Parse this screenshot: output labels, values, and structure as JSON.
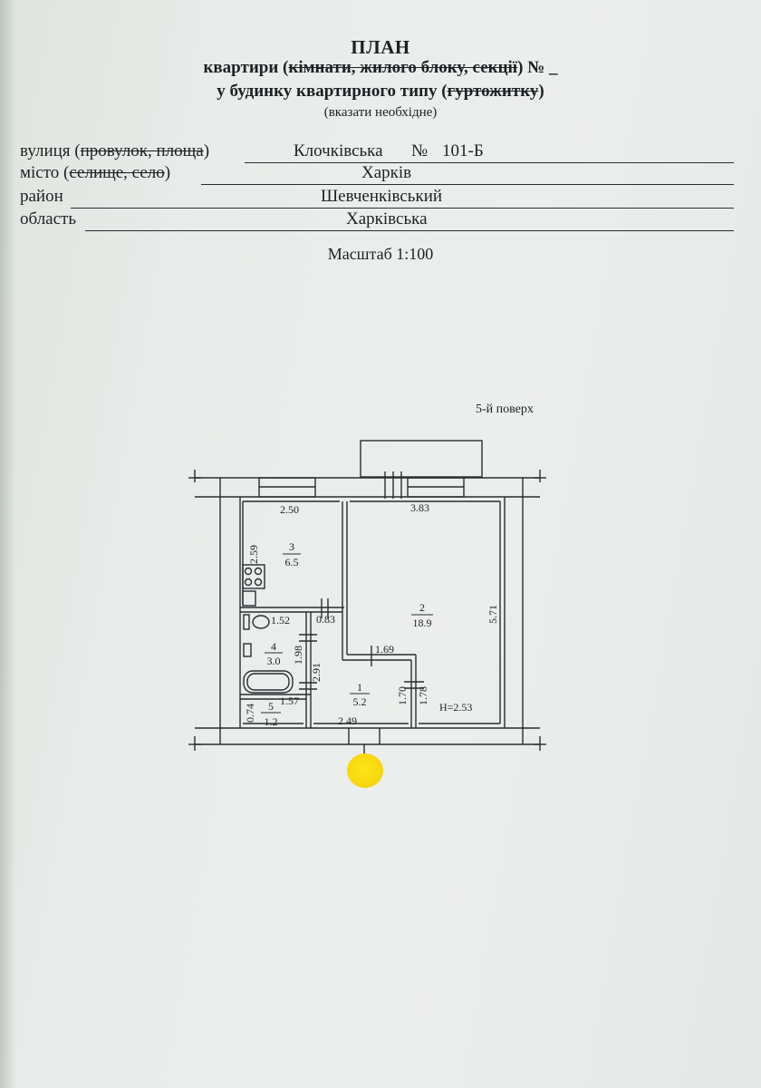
{
  "header": {
    "title": "ПЛАН",
    "line1_prefix": "квартири (",
    "line1_struck": "кімнати, жилого блоку, секції",
    "line1_suffix": ") № _",
    "line2_prefix": "у будинку квартирного типу (",
    "line2_struck": "гуртожитку",
    "line2_suffix": ")",
    "note": "(вказати необхідне)"
  },
  "address": {
    "street": {
      "label_prefix": "вулиця (",
      "label_struck": "провулок, площа",
      "label_suffix": ")",
      "value": "Клочківська",
      "number_label": "№",
      "number": "101-Б"
    },
    "city": {
      "label_prefix": "місто (",
      "label_struck": "селище, село",
      "label_suffix": ")",
      "value": "Харків"
    },
    "district": {
      "label": "район",
      "value": "Шевченківський"
    },
    "region": {
      "label": "область",
      "value": "Харківська"
    }
  },
  "scale": "Масштаб 1:100",
  "floor": "5-й поверх",
  "plan": {
    "rooms": [
      {
        "number": "1",
        "area": "5.2"
      },
      {
        "number": "2",
        "area": "18.9"
      },
      {
        "number": "3",
        "area": "6.5"
      },
      {
        "number": "4",
        "area": "3.0"
      },
      {
        "number": "5",
        "area": "1.2"
      }
    ],
    "dimensions": {
      "kitchen_width": "2.50",
      "kitchen_depth": "2.59",
      "room_width": "3.83",
      "room_depth": "5.71",
      "corridor_offset": "0.83",
      "bath_width": "1.52",
      "bath_depth": "1.98",
      "corridor_depth": "2.91",
      "corridor_width": "2.49",
      "room_inset": "1.69",
      "hall_depth_a": "1.70",
      "hall_depth_b": "1.78",
      "wc_width": "1.57",
      "wc_depth": "0.74",
      "ceiling_height": "H=2.53"
    }
  },
  "colors": {
    "paper": "#eceeed",
    "ink": "#1e2124",
    "highlight": "#f5d50a"
  }
}
